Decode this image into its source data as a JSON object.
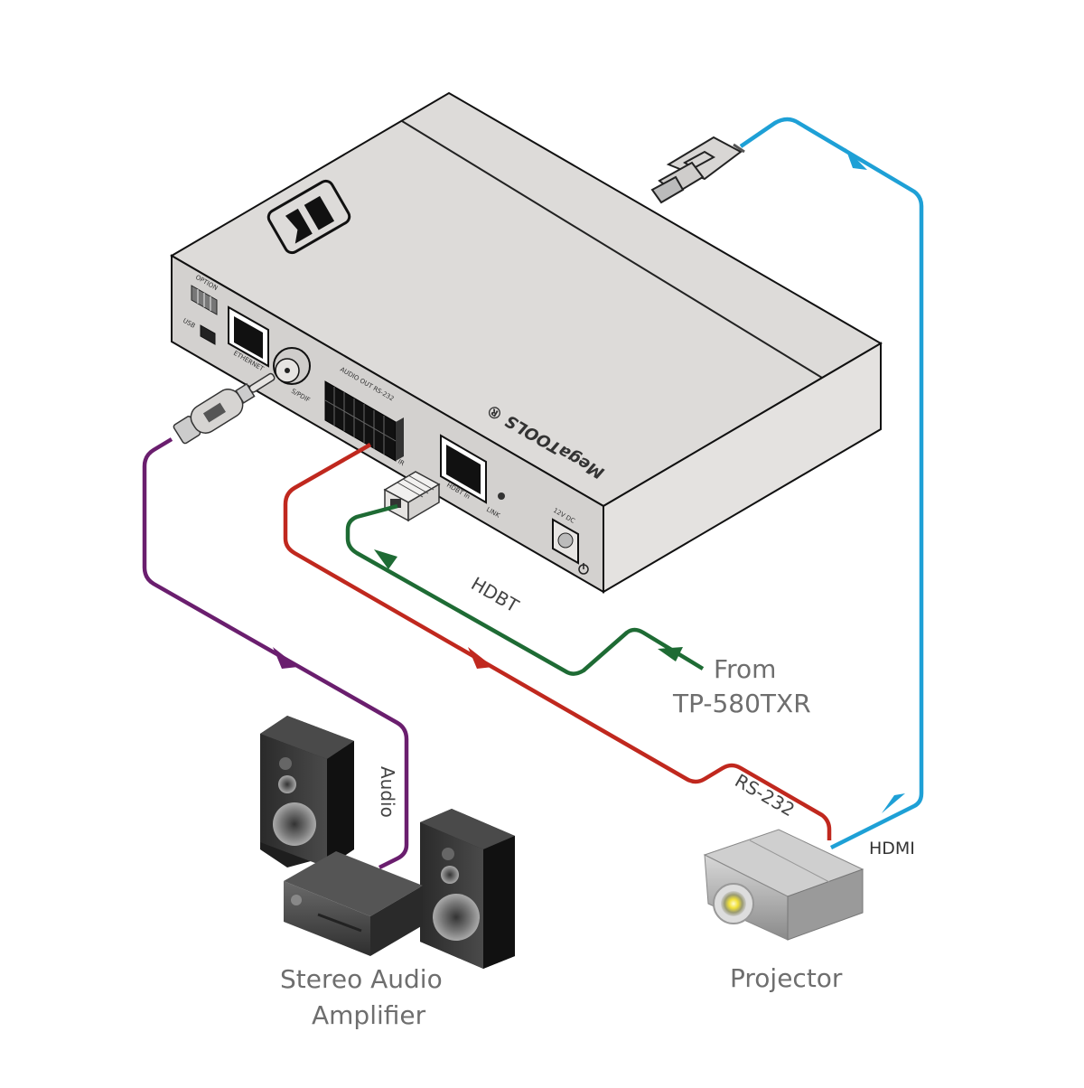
{
  "diagram": {
    "title": "TP-580RXR connection diagram",
    "device": {
      "brand_label": "MegaTOOLS ®",
      "logo": "kramer-logo",
      "ports": {
        "option": "OPTION",
        "usb": "USB",
        "ethernet": "ETHERNET",
        "spdif": "S/PDIF",
        "audio_rs232": "AUDIO OUT  RS-232",
        "ir": "IR",
        "hdbt_in": "HDBT In",
        "link": "LINK",
        "power": "12V DC"
      }
    },
    "cables": [
      {
        "name": "HDBT",
        "label": "HDBT",
        "color": "#1e6b34"
      },
      {
        "name": "RS-232",
        "label": "RS-232",
        "color": "#c0281e"
      },
      {
        "name": "Audio",
        "label": "Audio",
        "color": "#6a1e6e"
      },
      {
        "name": "HDMI",
        "label": "HDMI",
        "color": "#1ea0d6"
      }
    ],
    "source": {
      "line1": "From",
      "line2": "TP-580TXR"
    },
    "endpoints": {
      "amplifier_line1": "Stereo Audio",
      "amplifier_line2": "Amplifier",
      "projector": "Projector"
    }
  }
}
